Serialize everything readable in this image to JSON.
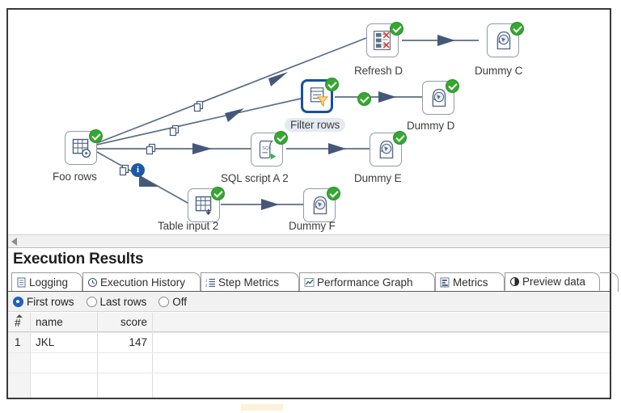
{
  "window": {
    "title": "Execution Results"
  },
  "canvas": {
    "nodes": [
      {
        "id": "foo-rows",
        "label": "Foo rows",
        "icon": "table-gear-icon",
        "status": "success",
        "selected": false
      },
      {
        "id": "refresh-d",
        "label": "Refresh D",
        "icon": "rows-delete-icon",
        "status": "success",
        "selected": false
      },
      {
        "id": "dummy-c",
        "label": "Dummy C",
        "icon": "dummy-head-icon",
        "status": "success",
        "selected": false
      },
      {
        "id": "filter-rows",
        "label": "Filter rows",
        "icon": "filter-funnel-icon",
        "status": "success",
        "selected": true
      },
      {
        "id": "dummy-d",
        "label": "Dummy D",
        "icon": "dummy-head-icon",
        "status": "success",
        "selected": false
      },
      {
        "id": "sql-script-a2",
        "label": "SQL script A 2",
        "icon": "sql-script-icon",
        "status": "success",
        "selected": false
      },
      {
        "id": "dummy-e",
        "label": "Dummy E",
        "icon": "dummy-head-icon",
        "status": "success",
        "selected": false
      },
      {
        "id": "table-input-2",
        "label": "Table input 2",
        "icon": "table-input-icon",
        "status": "success",
        "selected": false
      },
      {
        "id": "dummy-f",
        "label": "Dummy F",
        "icon": "dummy-head-icon",
        "status": "success",
        "selected": false
      }
    ],
    "hops": [
      {
        "from": "foo-rows",
        "to": "refresh-d",
        "glyph": "copy-rows-icon"
      },
      {
        "from": "foo-rows",
        "to": "filter-rows",
        "glyph": "copy-rows-icon"
      },
      {
        "from": "foo-rows",
        "to": "sql-script-a2",
        "glyph": "copy-rows-icon"
      },
      {
        "from": "foo-rows",
        "to": "table-input-2",
        "glyph": "copy-rows-icon",
        "badge": "info"
      },
      {
        "from": "refresh-d",
        "to": "dummy-c"
      },
      {
        "from": "filter-rows",
        "to": "dummy-d",
        "badge": "success"
      },
      {
        "from": "sql-script-a2",
        "to": "dummy-e"
      },
      {
        "from": "table-input-2",
        "to": "dummy-f"
      }
    ],
    "scrollbar": {
      "left_arrow": "scroll-left-icon"
    }
  },
  "results": {
    "title": "Execution Results",
    "tabs": [
      {
        "label": "Logging",
        "icon": "log-document-icon",
        "active": false
      },
      {
        "label": "Execution History",
        "icon": "clock-icon",
        "active": false
      },
      {
        "label": "Step Metrics",
        "icon": "numbered-list-icon",
        "active": false
      },
      {
        "label": "Performance Graph",
        "icon": "line-chart-icon",
        "active": false
      },
      {
        "label": "Metrics",
        "icon": "metrics-bars-icon",
        "active": false
      },
      {
        "label": "Preview data",
        "icon": "preview-contrast-icon",
        "active": true
      }
    ],
    "row_mode": {
      "options": [
        {
          "label": "First rows",
          "selected": true
        },
        {
          "label": "Last rows",
          "selected": false
        },
        {
          "label": "Off",
          "selected": false
        }
      ]
    },
    "table": {
      "columns": [
        "#",
        "name",
        "score"
      ],
      "rows": [
        {
          "num": "1",
          "name": "JKL",
          "score": "147"
        }
      ]
    }
  },
  "colors": {
    "accent": "#18509e",
    "success": "#35a831",
    "info": "#1b5aa8",
    "hop": "#5a6d86"
  }
}
